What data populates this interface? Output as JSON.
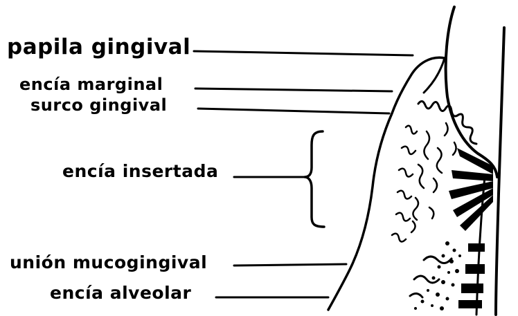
{
  "labels": {
    "papila": "papila gingival",
    "marginal": "encía marginal",
    "surco": "surco gingival",
    "insertada": "encía insertada",
    "union": "unión mucogingival",
    "alveolar": "encía alveolar"
  }
}
